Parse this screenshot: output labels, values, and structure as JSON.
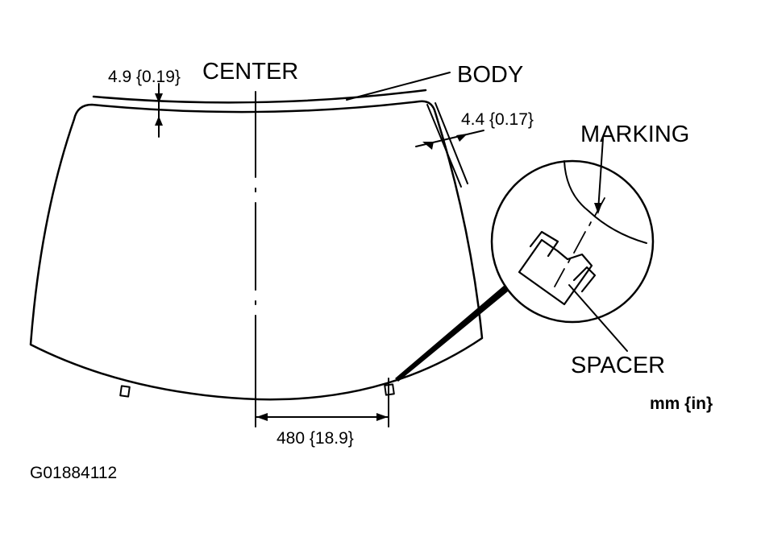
{
  "labels": {
    "center": "CENTER",
    "body": "BODY",
    "marking": "MARKING",
    "spacer": "SPACER",
    "top_gap": "4.9 {0.19}",
    "side_gap": "4.4 {0.17}",
    "spacer_distance": "480 {18.9}",
    "units": "mm {in}",
    "figure_id": "G01884112"
  },
  "colors": {
    "ink": "#000000",
    "background": "#ffffff"
  }
}
